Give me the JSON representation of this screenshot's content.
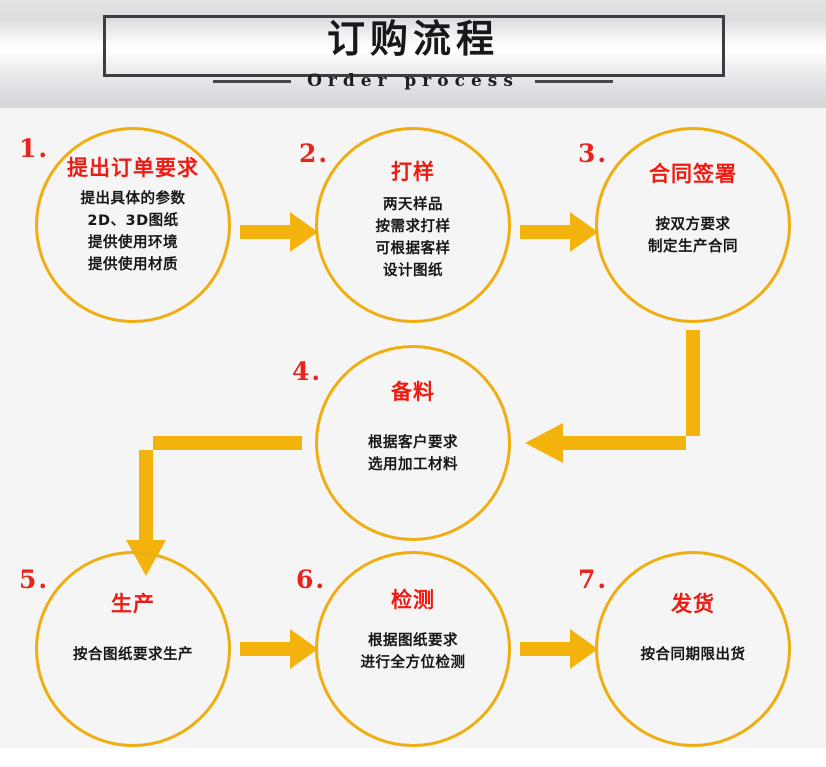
{
  "header": {
    "title_cn": "订购流程",
    "subtitle_en": "Order process"
  },
  "colors": {
    "accent_gold": "#f0ad10",
    "arrow_gold": "#f3b20c",
    "title_red": "#ed1c12",
    "number_red": "#e8241c",
    "frame_dark": "#3a3d42",
    "body_bg": "#f5f5f5"
  },
  "steps": [
    {
      "number": "1.",
      "title": "提出订单要求",
      "lines": [
        "提出具体的参数",
        "2D、3D图纸",
        "提供使用环境",
        "提供使用材质"
      ]
    },
    {
      "number": "2.",
      "title": "打样",
      "lines": [
        "两天样品",
        "按需求打样",
        "可根据客样",
        "设计图纸"
      ]
    },
    {
      "number": "3.",
      "title": "合同签署",
      "lines": [
        "按双方要求",
        "制定生产合同"
      ]
    },
    {
      "number": "4.",
      "title": "备料",
      "lines": [
        "根据客户要求",
        "选用加工材料"
      ]
    },
    {
      "number": "5.",
      "title": "生产",
      "lines": [
        "按合图纸要求生产"
      ]
    },
    {
      "number": "6.",
      "title": "检测",
      "lines": [
        "根据图纸要求",
        "进行全方位检测"
      ]
    },
    {
      "number": "7.",
      "title": "发货",
      "lines": [
        "按合同期限出货"
      ]
    }
  ],
  "connectors": [
    {
      "name": "arrow-step1-to-step2",
      "direction": "right"
    },
    {
      "name": "arrow-step2-to-step3",
      "direction": "right"
    },
    {
      "name": "arrow-step3-to-step4",
      "direction": "down-then-left"
    },
    {
      "name": "arrow-step4-to-step5",
      "direction": "left-then-down"
    },
    {
      "name": "arrow-step5-to-step6",
      "direction": "right"
    },
    {
      "name": "arrow-step6-to-step7",
      "direction": "right"
    }
  ]
}
